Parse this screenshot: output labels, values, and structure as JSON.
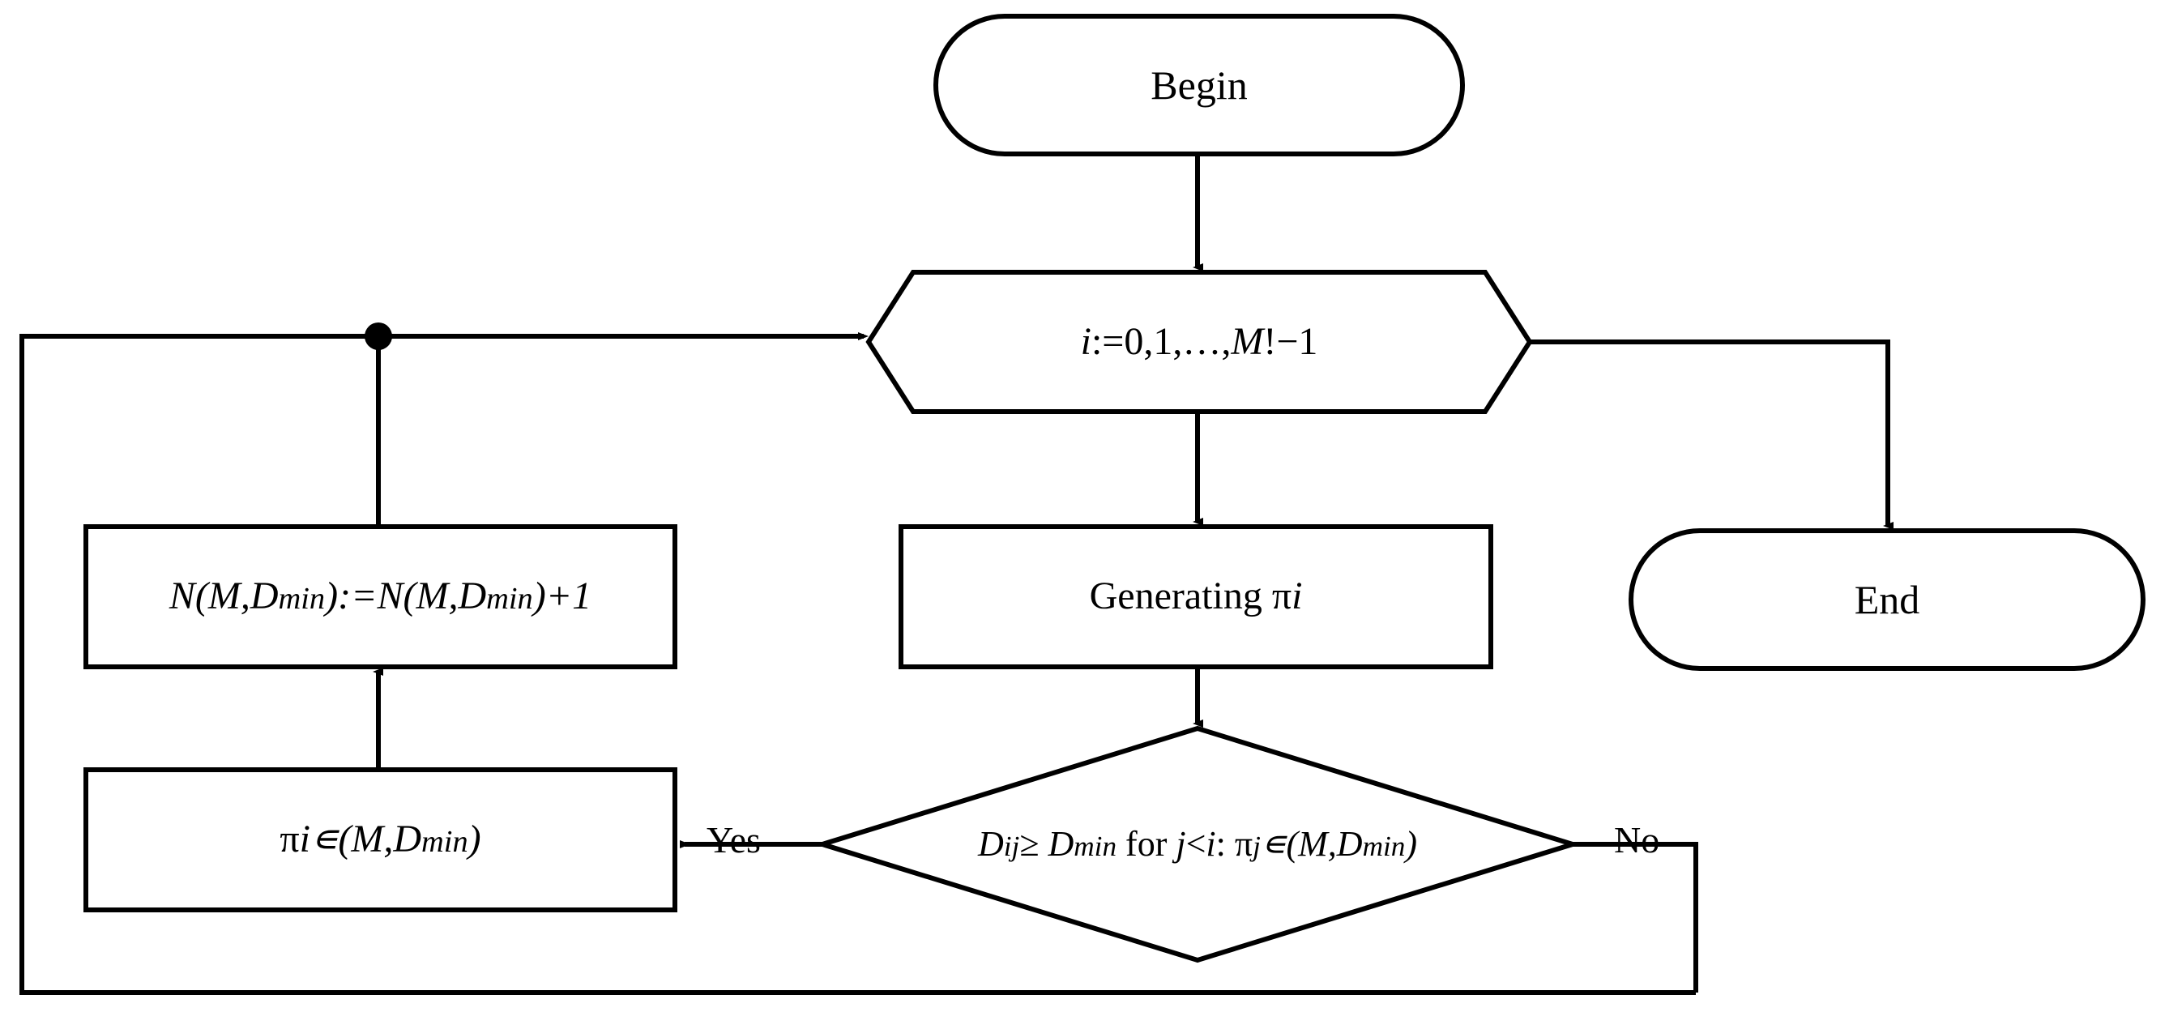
{
  "diagram": {
    "title": "Permutation generation algorithm flowchart",
    "background_color": "#ffffff",
    "stroke_color": "#000000",
    "fill_color": "#ffffff"
  },
  "nodes": {
    "begin": {
      "label": "Begin",
      "shape": "terminal-rounded"
    },
    "loop": {
      "label": "i:=0,1,…,M!−1",
      "label_parts": {
        "var": "i",
        "rest": ":=0,1,…,",
        "var2": "M",
        "tail": "!−1"
      },
      "shape": "hexagon-loop"
    },
    "generating": {
      "label": "Generating πi",
      "label_parts": {
        "text": "Generating ",
        "pi": "π",
        "index": "i"
      },
      "shape": "process-rect"
    },
    "end": {
      "label": "End",
      "shape": "terminal-rounded"
    },
    "decision": {
      "line1": "Dij≥ Dmin",
      "line2": "for j<i: πj∊(M,Dmin)",
      "line1_parts": {
        "d": "D",
        "ij": "ij",
        "op": "≥ ",
        "d2": "D",
        "min": "min"
      },
      "line2_parts": {
        "for": "for ",
        "j": "j",
        "lt": "<",
        "i": "i",
        "colon": ": ",
        "pi": "π",
        "jj": "j",
        "elem": "∊(",
        "m": "M",
        "comma": ",",
        "d": "D",
        "min": "min",
        "close": ")"
      },
      "shape": "decision-diamond"
    },
    "counter": {
      "label": "N(M,Dmin):=N(M,Dmin)+1",
      "label_parts": {
        "n1": "N(",
        "m1": "M",
        "c1": ",",
        "d1": "D",
        "min1": "min",
        "assign": "):=",
        "n2": "N(",
        "m2": "M",
        "c2": ",",
        "d2": "D",
        "min2": "min",
        "plus": ")+1"
      },
      "shape": "process-rect"
    },
    "store": {
      "label": "πi∊(M,Dmin)",
      "label_parts": {
        "pi": "π",
        "i": "i",
        "elem": "∊(",
        "m": "M",
        "comma": ",",
        "d": "D",
        "min": "min",
        "close": ")"
      },
      "shape": "process-rect"
    }
  },
  "edges": {
    "yes_label": "Yes",
    "no_label": "No"
  }
}
